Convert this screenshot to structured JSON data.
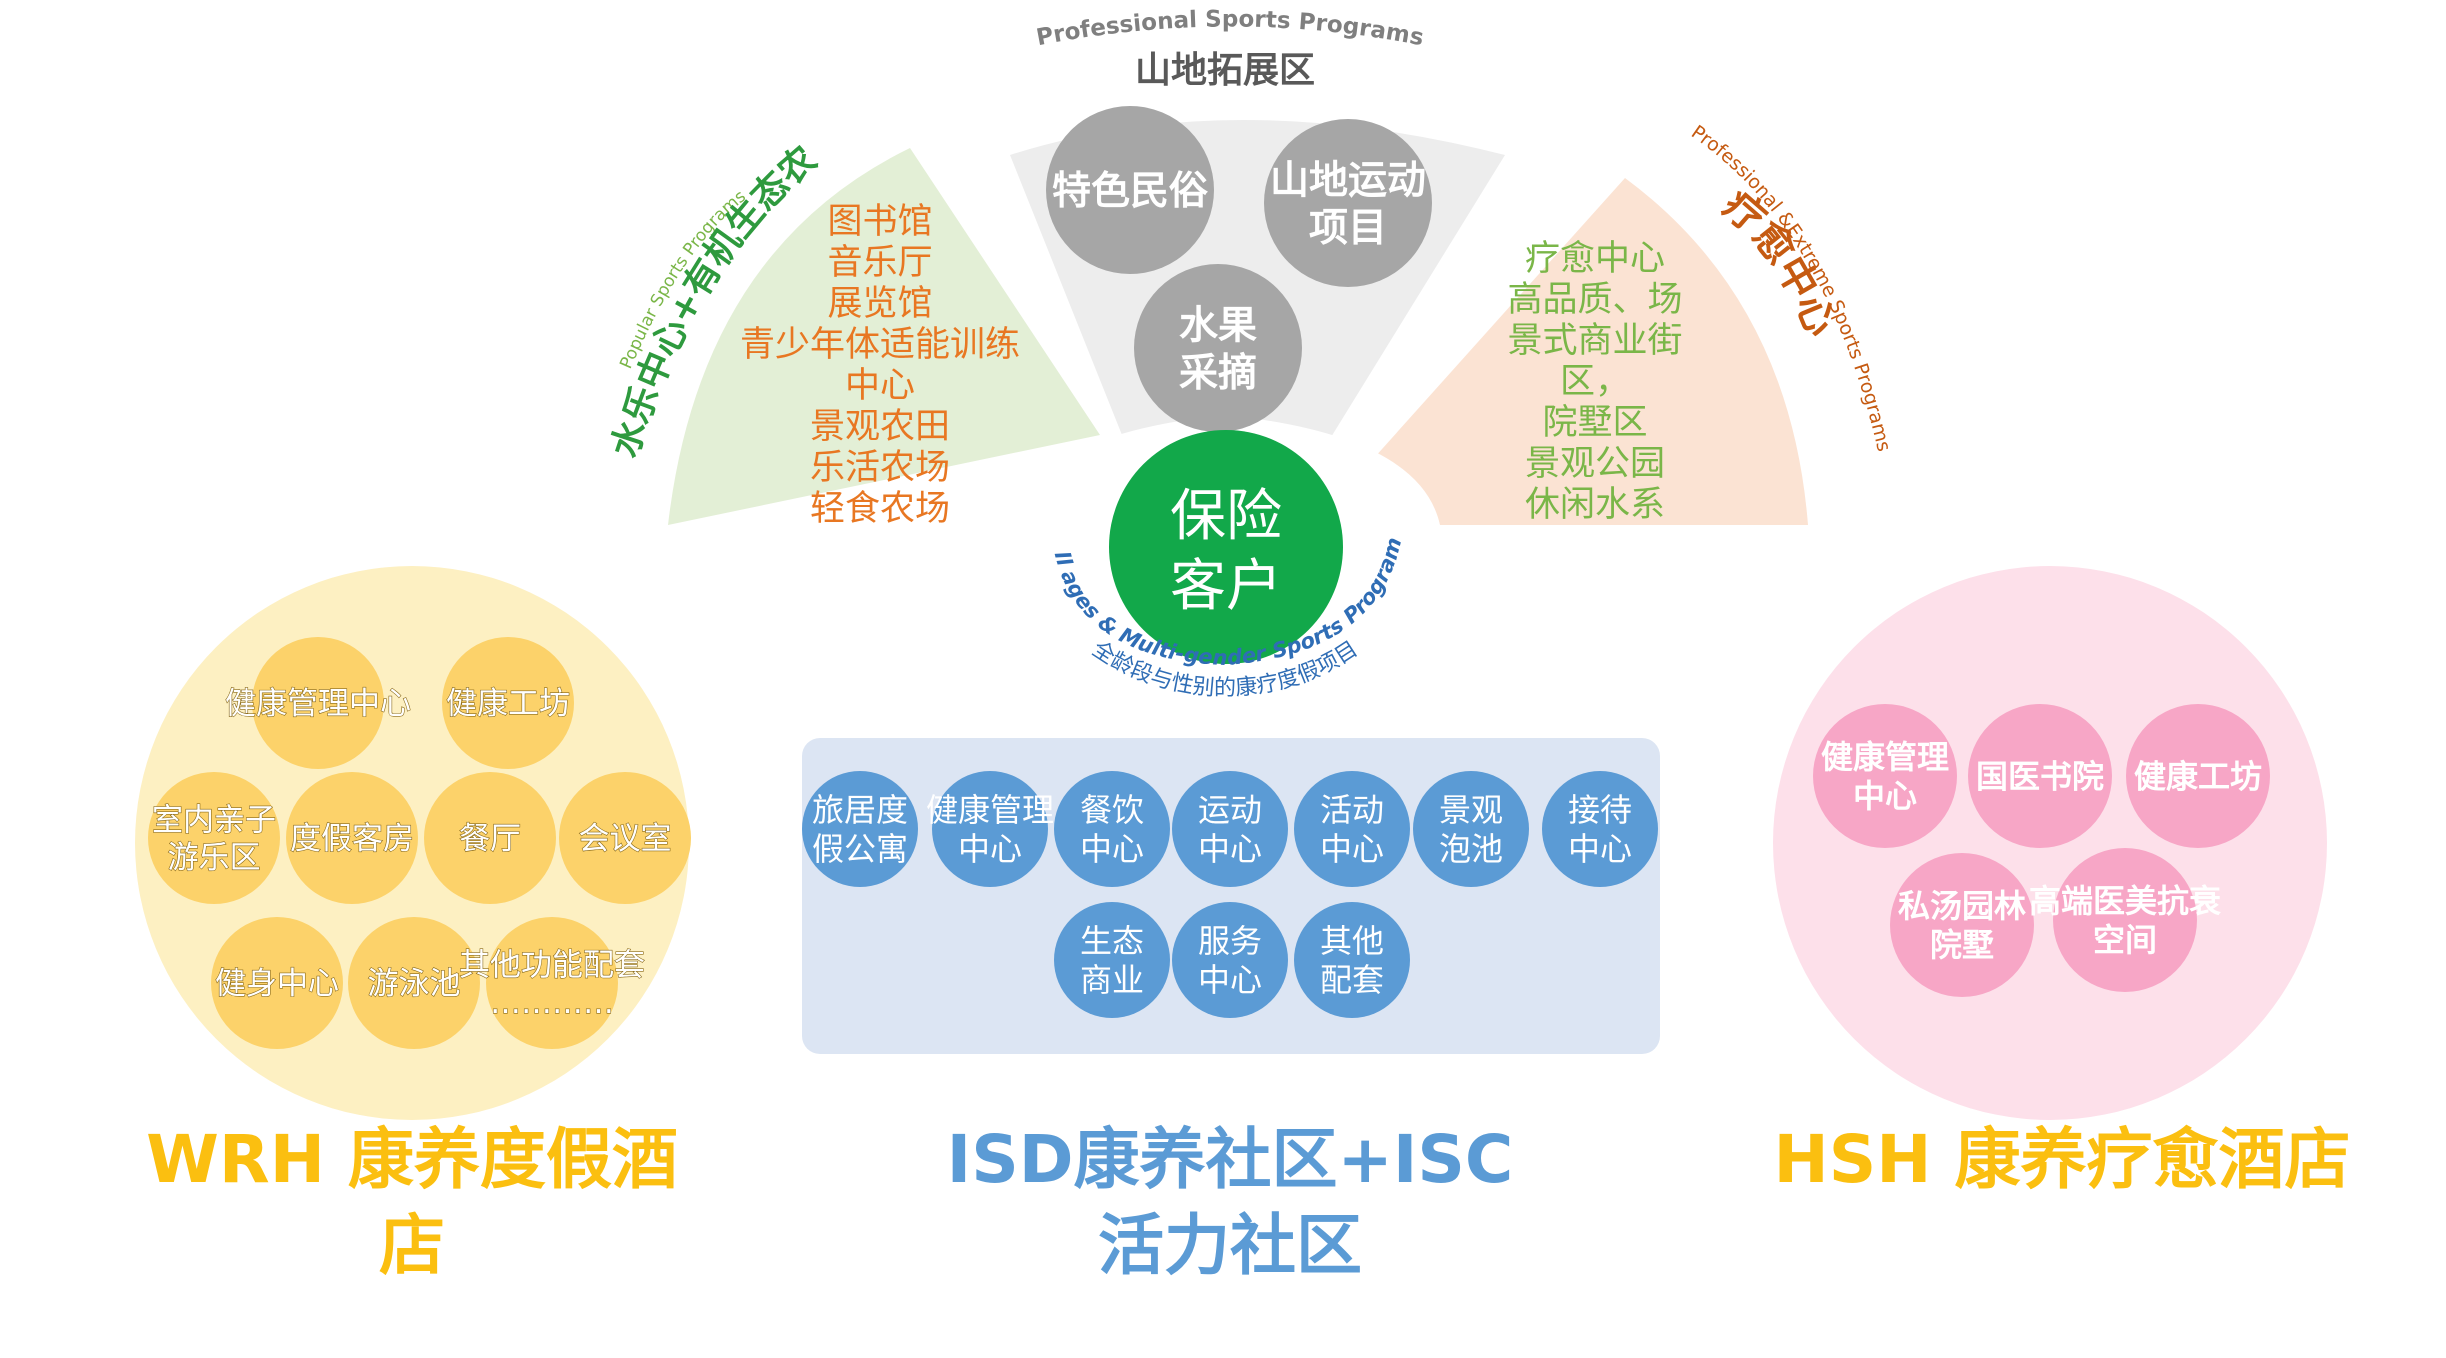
{
  "center": {
    "customer_label_lines": [
      "保险",
      "客户"
    ],
    "arc_caption_en": "All ages & Multi-gender Sports Programs",
    "arc_caption_cn": "全龄段与性别的康疗度假项目"
  },
  "top_sector": {
    "caption_en": "Professional Sports Programs",
    "caption_cn": "山地拓展区",
    "bubbles": [
      {
        "lines": [
          "特色民俗"
        ]
      },
      {
        "lines": [
          "山地运动",
          "项目"
        ]
      },
      {
        "lines": [
          "水果",
          "采摘"
        ]
      }
    ]
  },
  "left_sector": {
    "caption_en": "Popular Sports Programs",
    "caption_cn": "水乐中心+有机生态农庄",
    "items": [
      "图书馆",
      "音乐厅",
      "展览馆",
      "青少年体适能训练",
      "中心",
      "景观农田",
      "乐活农场",
      "轻食农场"
    ]
  },
  "right_sector": {
    "caption_en": "Professional &Extreme Sports Programs",
    "caption_cn": "疗愈中心",
    "items": [
      "疗愈中心",
      "高品质、场",
      "景式商业街",
      "区，",
      "院墅区",
      "景观公园",
      "休闲水系"
    ]
  },
  "wrh": {
    "title_lines": [
      "WRH 康养度假酒",
      "店"
    ],
    "bubbles": [
      {
        "lines": [
          "健康管理中心"
        ]
      },
      {
        "lines": [
          "健康工坊"
        ]
      },
      {
        "lines": [
          "室内亲子",
          "游乐区"
        ]
      },
      {
        "lines": [
          "度假客房"
        ]
      },
      {
        "lines": [
          "餐厅"
        ]
      },
      {
        "lines": [
          "会议室"
        ]
      },
      {
        "lines": [
          "健身中心"
        ]
      },
      {
        "lines": [
          "游泳池"
        ]
      },
      {
        "lines": [
          "其他功能配套",
          "…………"
        ]
      }
    ]
  },
  "isd": {
    "title_lines": [
      "ISD康养社区+ISC",
      "活力社区"
    ],
    "bubbles": [
      {
        "lines": [
          "旅居度",
          "假公寓"
        ]
      },
      {
        "lines": [
          "健康管理",
          "中心"
        ]
      },
      {
        "lines": [
          "餐饮",
          "中心"
        ]
      },
      {
        "lines": [
          "运动",
          "中心"
        ]
      },
      {
        "lines": [
          "活动",
          "中心"
        ]
      },
      {
        "lines": [
          "景观",
          "泡池"
        ]
      },
      {
        "lines": [
          "接待",
          "中心"
        ]
      },
      {
        "lines": [
          "生态",
          "商业"
        ]
      },
      {
        "lines": [
          "服务",
          "中心"
        ]
      },
      {
        "lines": [
          "其他",
          "配套"
        ]
      }
    ]
  },
  "hsh": {
    "title_lines": [
      "HSH 康养疗愈酒店"
    ],
    "bubbles": [
      {
        "lines": [
          "健康管理",
          "中心"
        ]
      },
      {
        "lines": [
          "国医书院"
        ]
      },
      {
        "lines": [
          "健康工坊"
        ]
      },
      {
        "lines": [
          "私汤园林",
          "院墅"
        ]
      },
      {
        "lines": [
          "高端医美抗衰",
          "空间"
        ]
      }
    ]
  },
  "colors": {
    "green_sector": "#e3efd6",
    "grey_sector": "#ededed",
    "peach_sector": "#fbe3d3",
    "grey_bubble": "#a6a6a6",
    "customer_green": "#12a84a",
    "orange_text": "#e87722",
    "green_text": "#7ab648",
    "arc_blue": "#2f6db5",
    "yellow_big": "#fdf0c2",
    "yellow_bubble": "#fcd26a",
    "yellow_title": "#fbbf10",
    "blue_panel": "#dce5f3",
    "blue_bubble": "#5b9bd5",
    "blue_title": "#5b9bd5",
    "pink_big": "#fde0ea",
    "pink_bubble": "#f7a6c6",
    "pink_title": "#fbbf10"
  }
}
